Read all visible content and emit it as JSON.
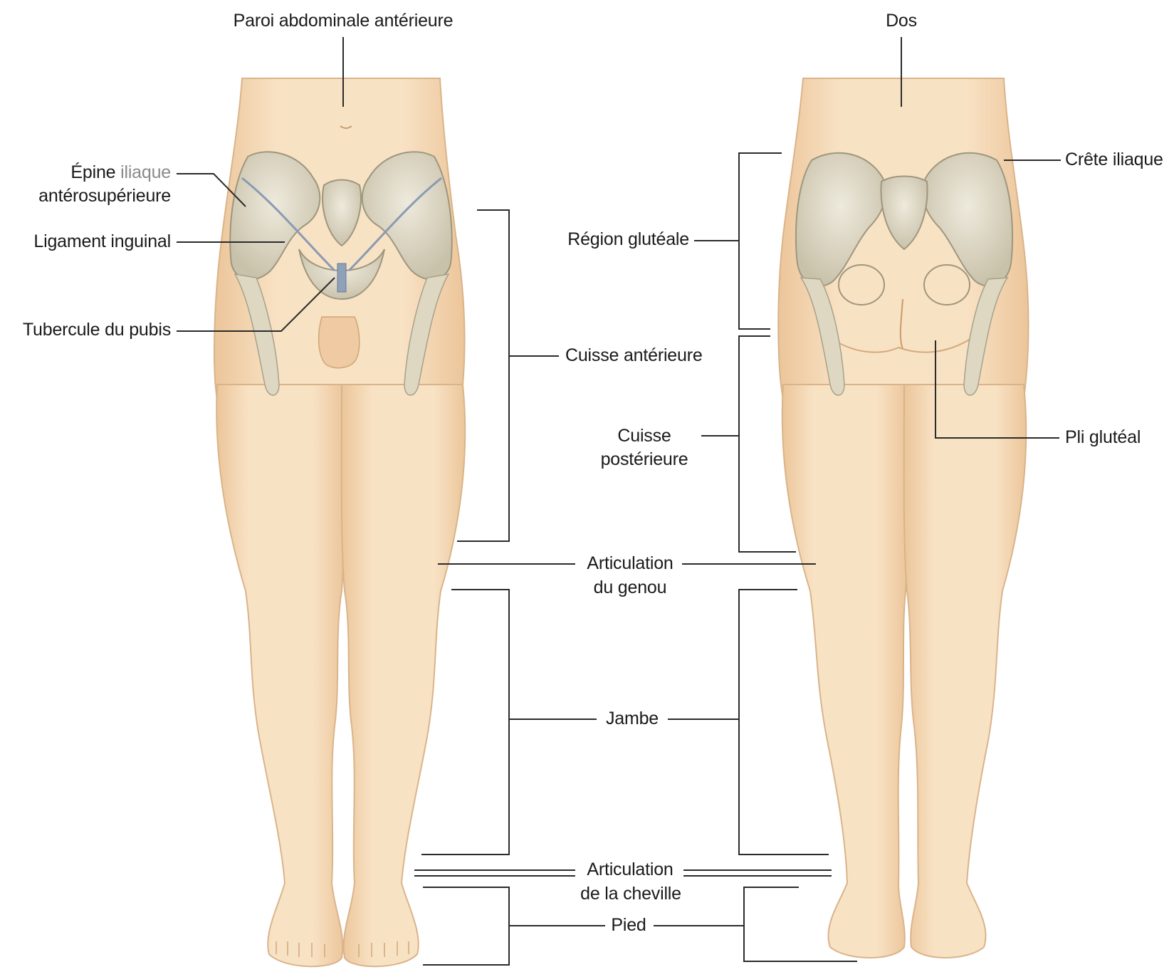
{
  "labels": {
    "paroi_abdominale": "Paroi abdominale antérieure",
    "dos": "Dos",
    "epine_word1": "Épine",
    "epine_word2": "iliaque",
    "epine_line2": "antérosupérieure",
    "ligament_inguinal": "Ligament inguinal",
    "tubercule_pubis": "Tubercule du pubis",
    "crete_iliaque": "Crête iliaque",
    "region_gluteale": "Région glutéale",
    "cuisse_anterieure": "Cuisse antérieure",
    "cuisse_posterieure_1": "Cuisse",
    "cuisse_posterieure_2": "postérieure",
    "pli_gluteal": "Pli glutéal",
    "genou_1": "Articulation",
    "genou_2": "du genou",
    "jambe": "Jambe",
    "cheville_1": "Articulation",
    "cheville_2": "de la cheville",
    "pied": "Pied"
  },
  "colors": {
    "skin": "#f6dcba",
    "skin_shadow": "#e8c49a",
    "bone": "#e6e0cf",
    "bone_shadow": "#b9b29c",
    "leader": "#2b2b2b"
  }
}
